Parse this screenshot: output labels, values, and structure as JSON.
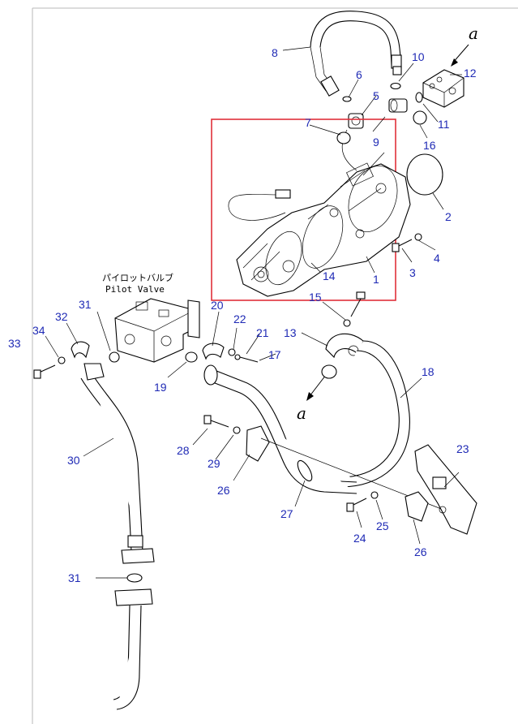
{
  "diagram": {
    "reference_letter": "a",
    "pilot_valve_label_jp": "パイロットバルブ",
    "pilot_valve_label_en": "Pilot Valve",
    "highlight_color": "#e0303a",
    "callout_color": "#1f2ab5",
    "callouts": [
      "1",
      "2",
      "3",
      "4",
      "5",
      "6",
      "7",
      "8",
      "9",
      "10",
      "11",
      "12",
      "13",
      "14",
      "15",
      "16",
      "17",
      "18",
      "19",
      "20",
      "21",
      "22",
      "23",
      "24",
      "25",
      "26",
      "26",
      "27",
      "28",
      "29",
      "30",
      "31",
      "31",
      "32",
      "33",
      "34"
    ]
  }
}
